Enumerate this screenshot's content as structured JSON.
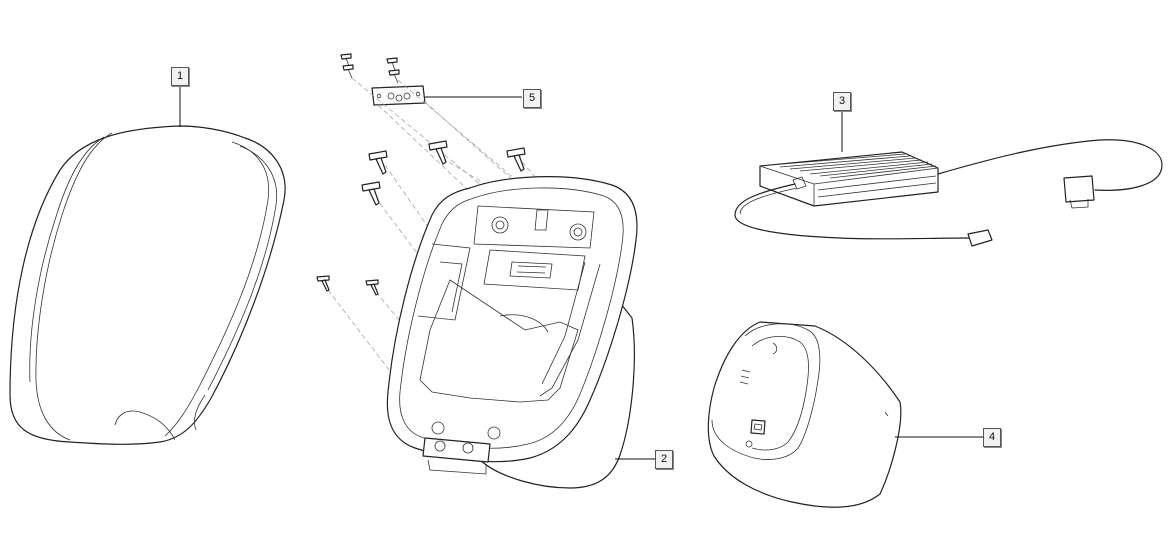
{
  "callouts": {
    "part1": "1",
    "part2": "2",
    "part3": "3",
    "part4": "4",
    "part5": "5"
  },
  "colors": {
    "line": "#222222",
    "callout_bg": "#f2f2f2",
    "dashed_guide": "#999999"
  }
}
